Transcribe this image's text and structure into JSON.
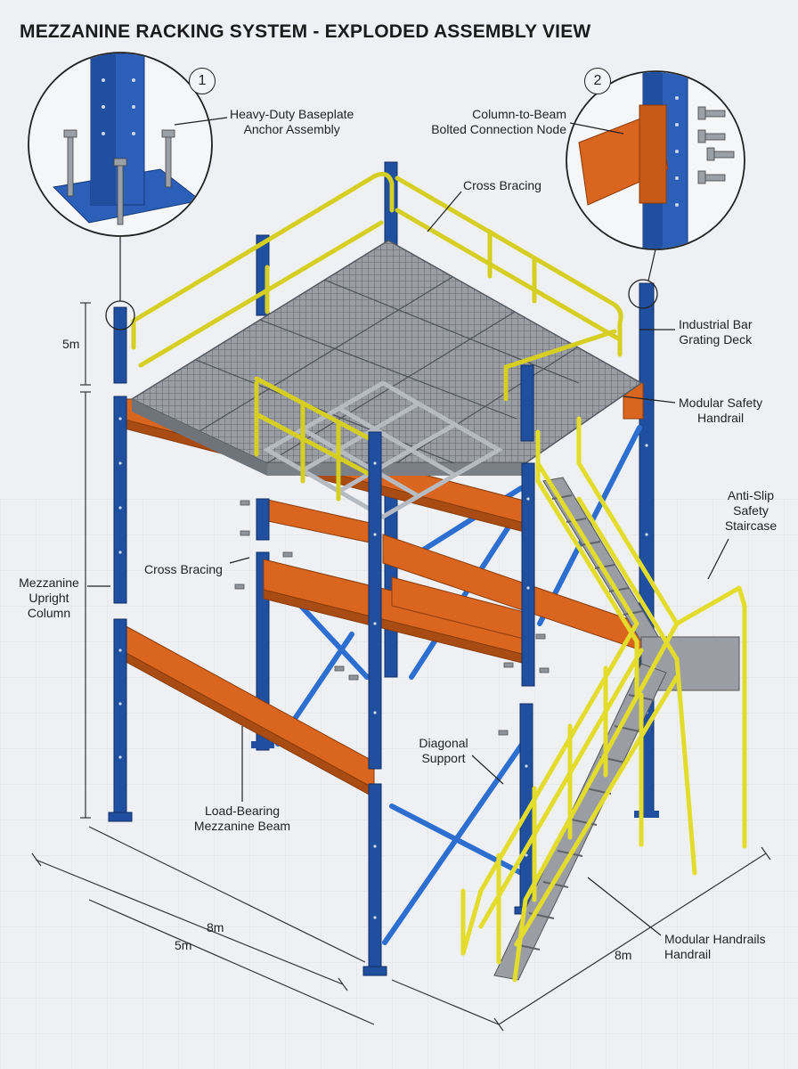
{
  "title": "MEZZANINE RACKING SYSTEM - EXPLODED ASSEMBLY VIEW",
  "details": [
    {
      "number": "1",
      "label_line1": "Heavy-Duty Baseplate",
      "label_line2": "Anchor Assembly"
    },
    {
      "number": "2",
      "label_line1": "Column-to-Beam",
      "label_line2": "Bolted Connection Node"
    }
  ],
  "callouts": {
    "cross_bracing_top": "Cross Bracing",
    "deck_line1": "Industrial Bar",
    "deck_line2": "Grating Deck",
    "handrail_line1": "Modular Safety",
    "handrail_line2": "Handrail",
    "stair_line1": "Anti-Slip",
    "stair_line2": "Safety",
    "stair_line3": "Staircase",
    "cross_bracing_mid": "Cross Bracing",
    "column_line1": "Mezzanine",
    "column_line2": "Upright",
    "column_line3": "Column",
    "diagonal_line1": "Diagonal",
    "diagonal_line2": "Support",
    "beam_line1": "Load-Bearing",
    "beam_line2": "Mezzanine Beam",
    "mod_handrail_line1": "Modular Handrails",
    "mod_handrail_line2": "Handrail"
  },
  "dimensions": {
    "upper_height": "5m",
    "front_length": "8m",
    "front_width": "5m",
    "side_length": "8m"
  },
  "colors": {
    "column_blue": "#1f4f9e",
    "beam_orange": "#d9651f",
    "rail_yellow": "#e3dc2a",
    "deck_grey": "#8c9096"
  }
}
